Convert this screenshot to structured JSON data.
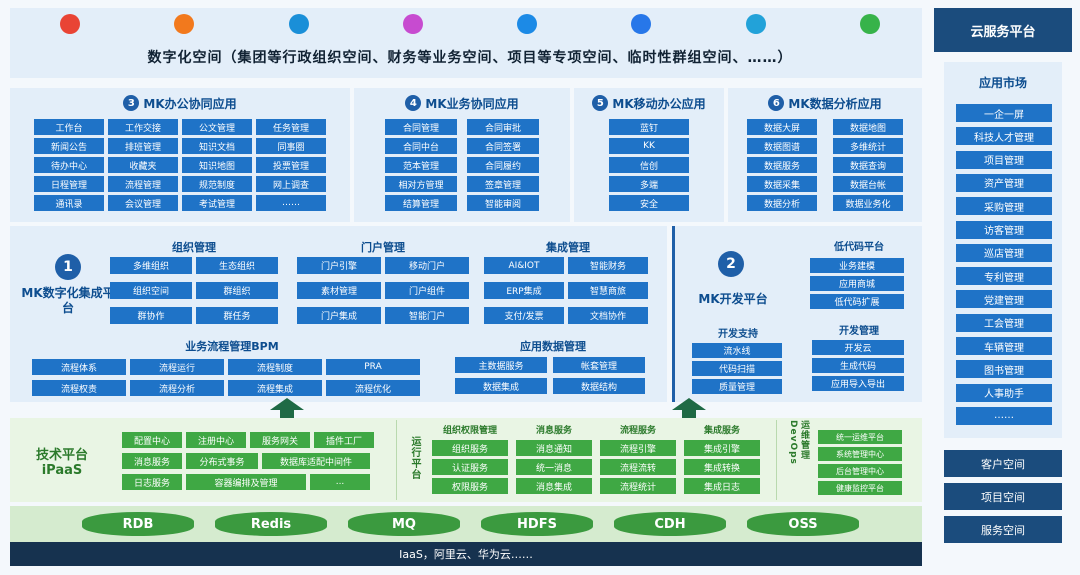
{
  "top": {
    "banner": "数字化空间（集团等行政组织空间、财务等业务空间、项目等专项空间、临时性群组空间、……）",
    "icons": [
      {
        "name": "chrome-icon",
        "color": "#e94435"
      },
      {
        "name": "firefox-icon",
        "color": "#f2791d"
      },
      {
        "name": "edge-icon",
        "color": "#1a8fd8"
      },
      {
        "name": "colorful-icon",
        "color": "#c74bd0"
      },
      {
        "name": "dingtalk-icon",
        "color": "#1c8ae6"
      },
      {
        "name": "feishu-icon",
        "color": "#2777e9"
      },
      {
        "name": "chat-icon",
        "color": "#22a2d9"
      },
      {
        "name": "brand-icon",
        "color": "#37b34a"
      }
    ]
  },
  "apps": [
    {
      "num": "3",
      "title": "MK办公协同应用",
      "cols": [
        [
          "工作台",
          "新闻公告",
          "待办中心",
          "日程管理",
          "通讯录"
        ],
        [
          "工作交接",
          "排班管理",
          "收藏夹",
          "流程管理",
          "会议管理"
        ],
        [
          "公文管理",
          "知识文档",
          "知识地图",
          "规范制度",
          "考试管理"
        ],
        [
          "任务管理",
          "同事圈",
          "投票管理",
          "网上调查",
          "……"
        ]
      ]
    },
    {
      "num": "4",
      "title": "MK业务协同应用",
      "cols": [
        [
          "合同管理",
          "合同中台",
          "范本管理",
          "相对方管理",
          "结算管理"
        ],
        [
          "合同审批",
          "合同签署",
          "合同履约",
          "签章管理",
          "智能审阅"
        ]
      ]
    },
    {
      "num": "5",
      "title": "MK移动办公应用",
      "cols": [
        [
          "蓝钉",
          "KK",
          "信创",
          "多端",
          "安全"
        ]
      ]
    },
    {
      "num": "6",
      "title": "MK数据分析应用",
      "cols": [
        [
          "数据大屏",
          "数据图谱",
          "数据服务",
          "数据采集",
          "数据分析"
        ],
        [
          "数据地图",
          "多维统计",
          "数据查询",
          "数据台帐",
          "数据业务化"
        ]
      ]
    }
  ],
  "integ": {
    "num": "1",
    "title": "MK数字化集成平台",
    "org": {
      "title": "组织管理",
      "cols": [
        [
          "多维组织",
          "组织空间",
          "群协作"
        ],
        [
          "生态组织",
          "群组织",
          "群任务"
        ]
      ]
    },
    "portal": {
      "title": "门户管理",
      "cols": [
        [
          "门户引擎",
          "素材管理",
          "门户集成"
        ],
        [
          "移动门户",
          "门户组件",
          "智能门户"
        ]
      ]
    },
    "inte": {
      "title": "集成管理",
      "cols": [
        [
          "AI&IOT",
          "ERP集成",
          "支付/发票"
        ],
        [
          "智能财务",
          "智慧商旅",
          "文档协作"
        ]
      ]
    },
    "bpm": {
      "title": "业务流程管理BPM",
      "cols": [
        [
          "流程体系",
          "流程权责"
        ],
        [
          "流程运行",
          "流程分析"
        ],
        [
          "流程制度",
          "流程集成"
        ],
        [
          "PRA",
          "流程优化"
        ]
      ]
    },
    "appdata": {
      "title": "应用数据管理",
      "cols": [
        [
          "主数据服务",
          "数据集成"
        ],
        [
          "帐套管理",
          "数据结构"
        ]
      ]
    }
  },
  "dev": {
    "num": "2",
    "title": "MK开发平台",
    "lowcode": {
      "title": "低代码平台",
      "items": [
        "业务建模",
        "应用商城",
        "低代码扩展"
      ]
    },
    "support": {
      "title": "开发支持",
      "items": [
        "流水线",
        "代码扫描",
        "质量管理"
      ]
    },
    "mgmt": {
      "title": "开发管理",
      "items": [
        "开发云",
        "生成代码",
        "应用导入导出"
      ]
    }
  },
  "ipaas": {
    "title1": "技术平台",
    "title2": "iPaaS",
    "row1": [
      "配置中心",
      "注册中心",
      "服务网关",
      "插件工厂"
    ],
    "row2": [
      "消息服务",
      "分布式事务",
      "数据库适配中间件"
    ],
    "row3": [
      "日志服务",
      "容器编排及管理",
      "..."
    ],
    "runlabel": "运行平台",
    "groups": [
      {
        "title": "组织权限管理",
        "items": [
          "组织服务",
          "认证服务",
          "权限服务"
        ]
      },
      {
        "title": "消息服务",
        "items": [
          "消息通知",
          "统一消息",
          "消息集成"
        ]
      },
      {
        "title": "流程服务",
        "items": [
          "流程引擎",
          "流程流转",
          "流程统计"
        ]
      },
      {
        "title": "集成服务",
        "items": [
          "集成引擎",
          "集成转换",
          "集成日志"
        ]
      }
    ],
    "opslabel": "运维管理DevOps",
    "ops": [
      "统一运维平台",
      "系统管理中心",
      "后台管理中心",
      "健康监控平台"
    ]
  },
  "storage": [
    "RDB",
    "Redis",
    "MQ",
    "HDFS",
    "CDH",
    "OSS"
  ],
  "iaas": "IaaS，阿里云、华为云……",
  "cloud": {
    "title": "云服务平台",
    "market": "应用市场",
    "items": [
      "一企一屏",
      "科技人才管理",
      "项目管理",
      "资产管理",
      "采购管理",
      "访客管理",
      "巡店管理",
      "专利管理",
      "党建管理",
      "工会管理",
      "车辆管理",
      "图书管理",
      "人事助手",
      "……"
    ],
    "spaces": [
      "客户空间",
      "项目空间",
      "服务空间"
    ]
  }
}
